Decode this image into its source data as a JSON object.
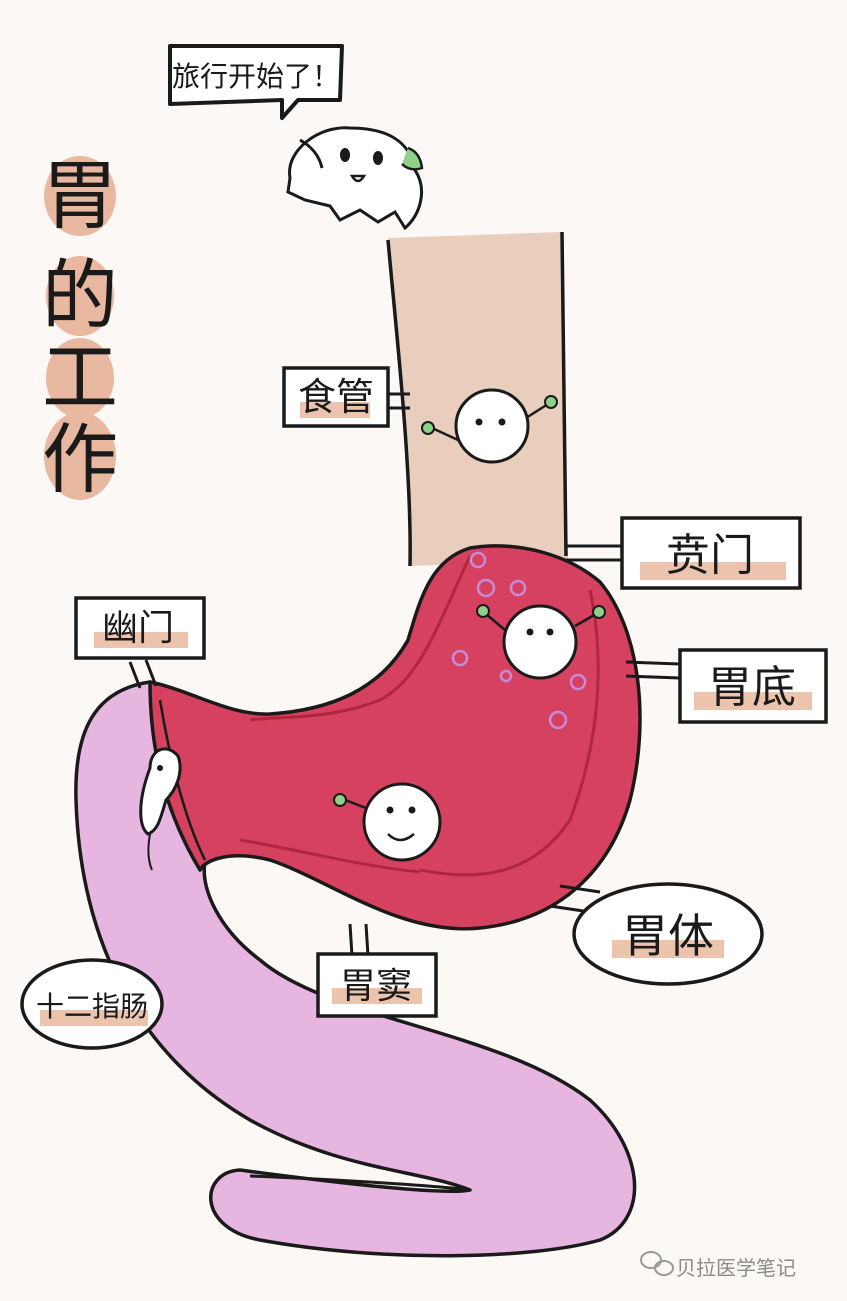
{
  "title_chars": [
    "胃",
    "的",
    "工",
    "作"
  ],
  "speech": "旅行开始了！",
  "labels": {
    "esophagus": "食管",
    "cardia": "贲门",
    "pylorus": "幽门",
    "fundus": "胃底",
    "body": "胃体",
    "antrum": "胃窦",
    "duodenum": "十二指肠"
  },
  "watermark": "贝拉医学笔记",
  "colors": {
    "esophagus": "#e9cdbd",
    "stomach": "#d6415f",
    "stomach_inner": "#c2344f",
    "duodenum": "#e6b5e0",
    "title_bg": "#e8b8a0",
    "label_highlight": "#ecc4ae"
  }
}
